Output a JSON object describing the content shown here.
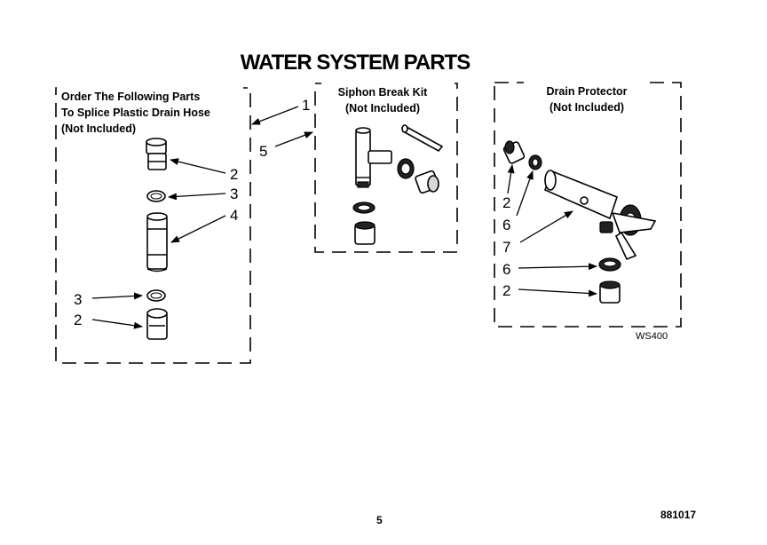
{
  "title": "WATER SYSTEM PARTS",
  "splice_box": {
    "heading_line1": "Order The Following Parts",
    "heading_line2": "To Splice Plastic Drain Hose",
    "heading_line3": "(Not Included)"
  },
  "siphon_box": {
    "heading_line1": "Siphon Break Kit",
    "heading_line2": "(Not Included)"
  },
  "drain_box": {
    "heading_line1": "Drain Protector",
    "heading_line2": "(Not Included)"
  },
  "callouts": {
    "c1": "1",
    "c5": "5",
    "s2a": "2",
    "s3a": "3",
    "s4": "4",
    "s3b": "3",
    "s2b": "2",
    "d2a": "2",
    "d6a": "6",
    "d7": "7",
    "d6b": "6",
    "d2b": "2"
  },
  "drawing_code": "WS400",
  "page_number": "5",
  "doc_number": "881017"
}
